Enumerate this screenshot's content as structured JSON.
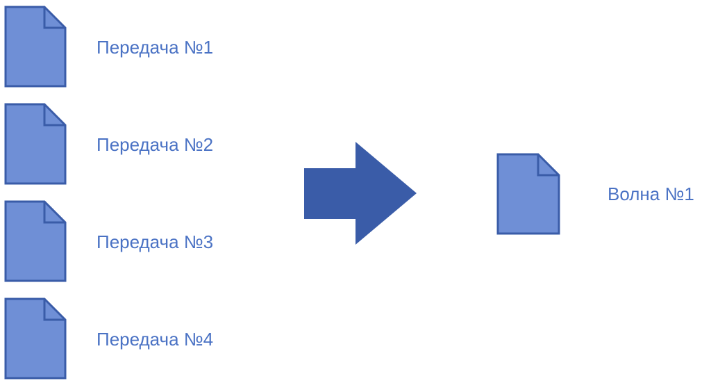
{
  "colors": {
    "doc_fill": "#6f8fd6",
    "doc_stroke": "#3a5ca8",
    "arrow_fill": "#3a5ca8",
    "label_text": "#4a72c4"
  },
  "sources": [
    {
      "label": "Передача №1",
      "icon": "document-icon"
    },
    {
      "label": "Передача №2",
      "icon": "document-icon"
    },
    {
      "label": "Передача №3",
      "icon": "document-icon"
    },
    {
      "label": "Передача №4",
      "icon": "document-icon"
    }
  ],
  "arrow": {
    "icon": "right-arrow-icon"
  },
  "target": {
    "label": "Волна №1",
    "icon": "document-icon"
  }
}
